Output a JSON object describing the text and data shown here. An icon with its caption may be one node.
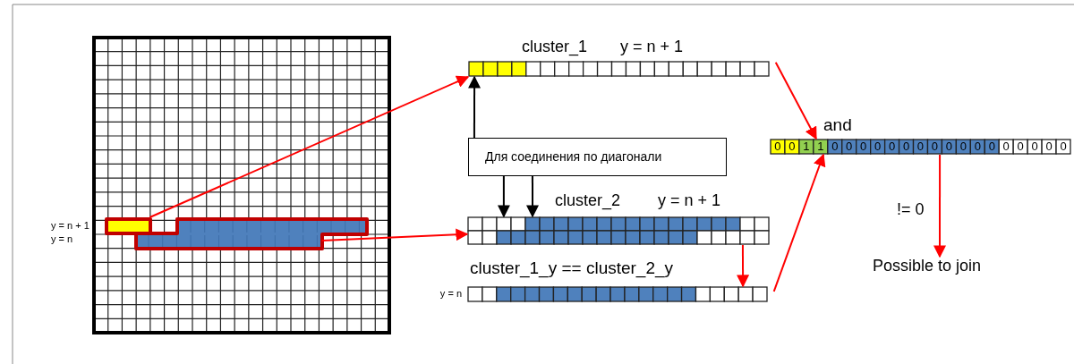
{
  "diagram": {
    "nodes": [
      {
        "text": [],
        "shape": "picture",
        "beside": [
          "y = n + 1",
          "y = n"
        ]
      },
      {
        "text": [],
        "shape": "box",
        "in": 0
      },
      {
        "text": [],
        "shape": "box",
        "in": 0
      },
      {
        "text": [
          "cluster_1",
          "y = n + 1"
        ]
      },
      {
        "text": [
          "Для соединения по диагонали"
        ]
      },
      {
        "text": [
          "cluster_2",
          "y = n + 1"
        ]
      },
      {
        "text": [
          "cluster_1_y == cluster_2_y"
        ],
        "beside": [
          "y = n"
        ]
      },
      {
        "text": [
          "0",
          "0",
          "1",
          "1",
          "0",
          "0",
          "0",
          "0",
          "0",
          "0",
          "0",
          "0",
          "0",
          "0",
          "0",
          "0",
          "0",
          "0",
          "0",
          "0",
          "0"
        ],
        "beside": [
          "and"
        ]
      },
      {
        "text": [
          "Possible to join"
        ]
      }
    ],
    "edges": [
      {
        "from": 1,
        "to": 3,
        "arrow": "to"
      },
      {
        "from": 2,
        "to": 5,
        "arrow": "to"
      },
      {
        "from": 4,
        "to": 3,
        "arrow": "to",
        "color": "#000000"
      },
      {
        "from": 4,
        "to": 5,
        "arrow": "to",
        "color": "#000000"
      },
      {
        "from": 4,
        "to": 5,
        "arrow": "to",
        "color": "#000000"
      },
      {
        "from": 5,
        "to": 6,
        "arrow": "to"
      },
      {
        "from": 3,
        "to": 7,
        "arrow": "to"
      },
      {
        "from": 6,
        "to": 7,
        "arrow": "to"
      },
      {
        "from": 7,
        "to": 8,
        "arrow": "to",
        "label": "!= 0"
      }
    ]
  }
}
